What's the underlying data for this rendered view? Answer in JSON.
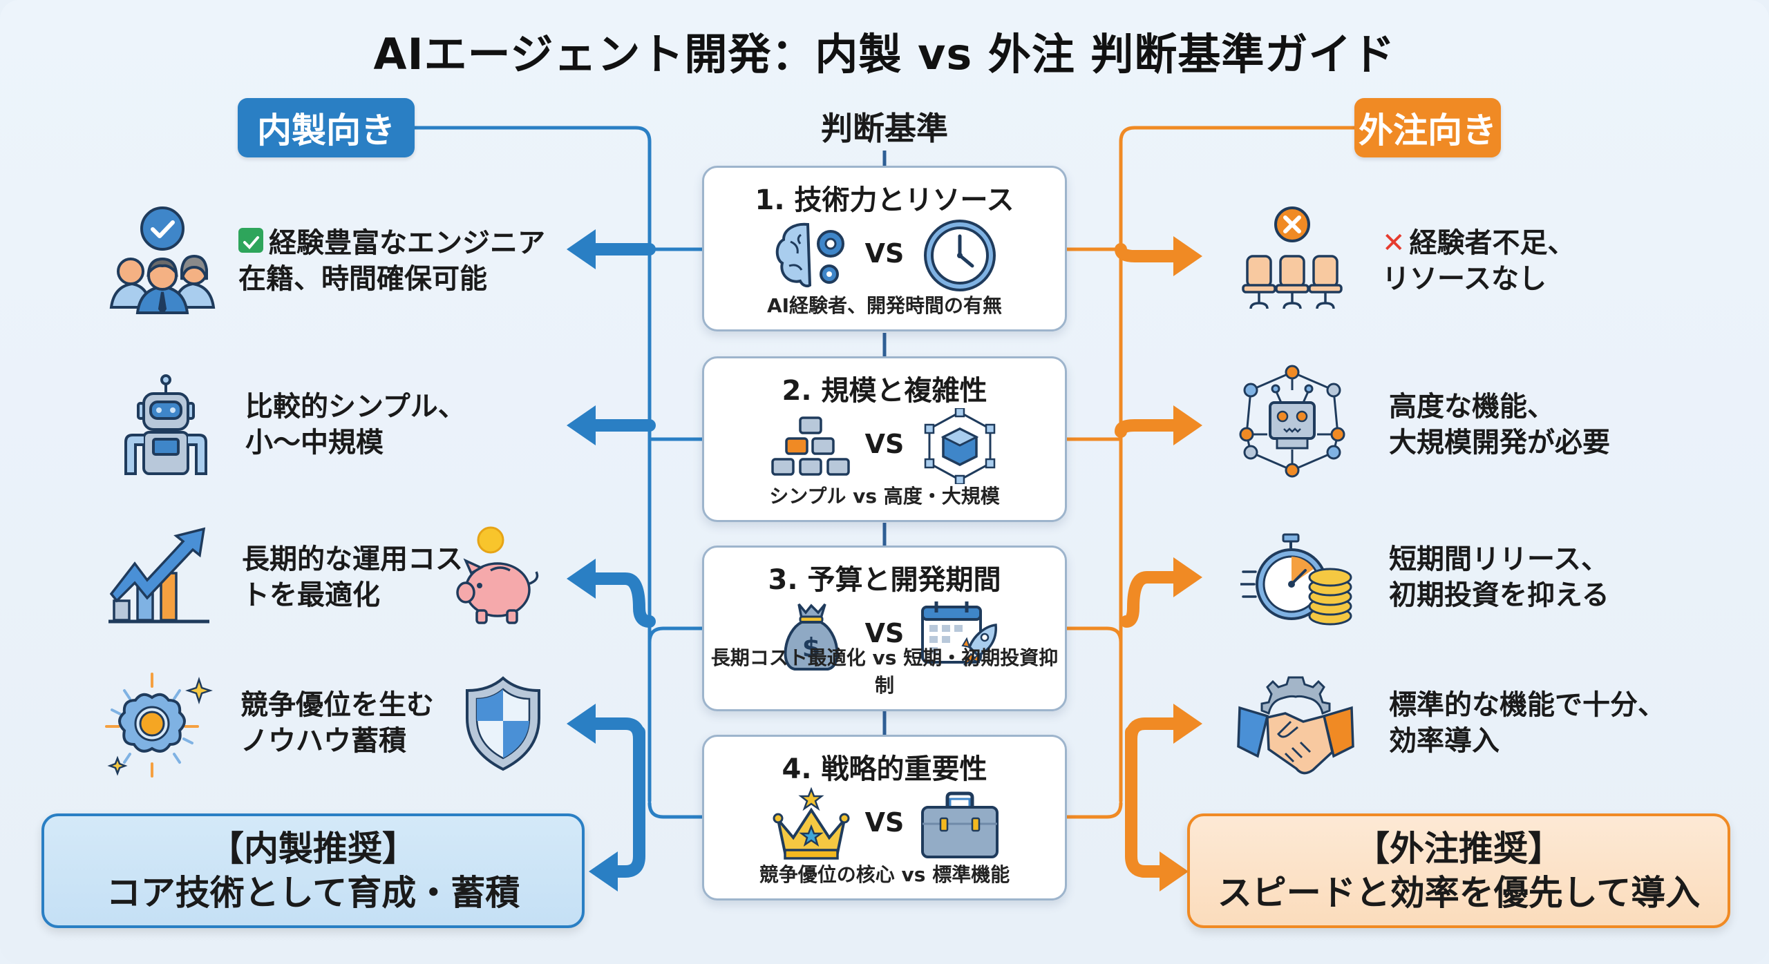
{
  "title": "AIエージェント開発：内製 vs 外注 判断基準ガイド",
  "colors": {
    "inhouse": "#2a7fc4",
    "outsource": "#f08a24",
    "card_border": "#9db4cc",
    "background": "#e9f1f9"
  },
  "inhouse": {
    "label": "内製向き",
    "items": [
      {
        "icon": "team-check-icon",
        "badge": "check-badge",
        "line1": "経験豊富なエンジニア",
        "line2": "在籍、時間確保可能"
      },
      {
        "icon": "robot-icon",
        "line1": "比較的シンプル、",
        "line2": "小〜中規模"
      },
      {
        "icon": "growth-chart-icon",
        "icon2": "piggy-bank-icon",
        "line1": "長期的な運用コス",
        "line2": "トを最適化"
      },
      {
        "icon": "knowhow-flower-icon",
        "icon2": "shield-icon",
        "line1": "競争優位を生む",
        "line2": "ノウハウ蓄積"
      }
    ],
    "summary_line1": "【内製推奨】",
    "summary_line2": "コア技術として育成・蓄積"
  },
  "criteria": {
    "header": "判断基準",
    "vs_label": "VS",
    "cards": [
      {
        "title": "1. 技術力とリソース",
        "left_icon": "brain-gears-icon",
        "right_icon": "clock-icon",
        "subtitle": "AI経験者、開発時間の有無"
      },
      {
        "title": "2. 規模と複雑性",
        "left_icon": "blocks-pyramid-icon",
        "right_icon": "network-cube-icon",
        "subtitle": "シンプル vs 高度・大規模"
      },
      {
        "title": "3. 予算と開発期間",
        "left_icon": "money-bag-icon",
        "right_icon": "calendar-rocket-icon",
        "subtitle": "長期コスト最適化 vs 短期・初期投資抑制"
      },
      {
        "title": "4. 戦略的重要性",
        "left_icon": "crown-icon",
        "right_icon": "toolbox-icon",
        "subtitle": "競争優位の核心 vs 標準機能"
      }
    ]
  },
  "outsource": {
    "label": "外注向き",
    "items": [
      {
        "icon": "empty-seats-icon",
        "badge": "cross-badge",
        "line1": "経験者不足、",
        "line2": "リソースなし"
      },
      {
        "icon": "network-robot-icon",
        "line1": "高度な機能、",
        "line2": "大規模開発が必要"
      },
      {
        "icon": "stopwatch-coins-icon",
        "line1": "短期間リリース、",
        "line2": "初期投資を抑える"
      },
      {
        "icon": "handshake-gear-icon",
        "line1": "標準的な機能で十分、",
        "line2": "効率導入"
      }
    ],
    "summary_line1": "【外注推奨】",
    "summary_line2": "スピードと効率を優先して導入"
  }
}
